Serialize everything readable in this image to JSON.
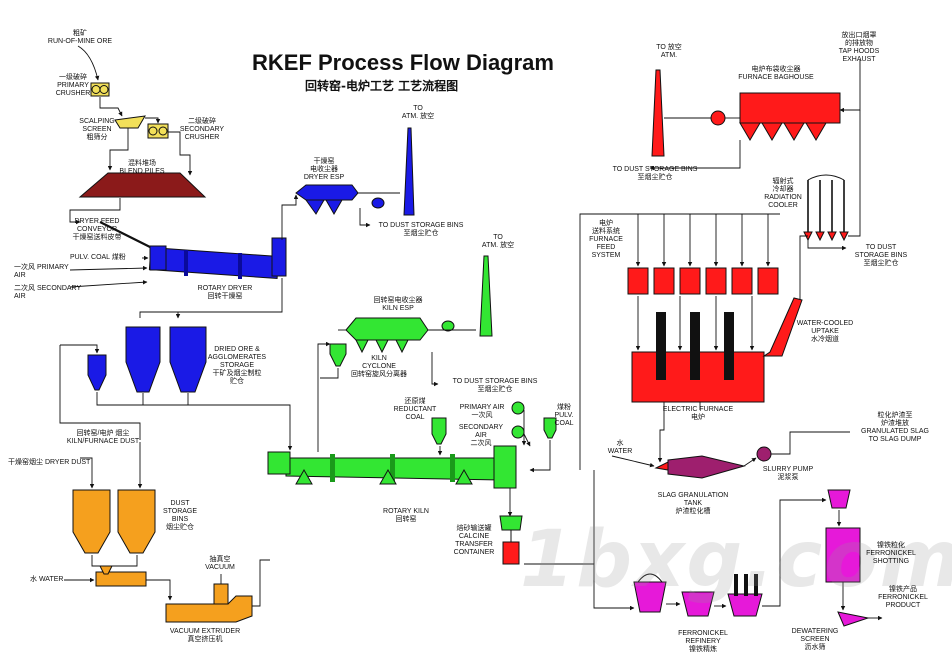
{
  "title": "RKEF Process Flow Diagram",
  "subtitle": "回转窑-电炉工艺 工艺流程图",
  "watermark": "1bxg.com",
  "colors": {
    "kiln": "#33e633",
    "dryer": "#1a1ae6",
    "furnace": "#ff1a1a",
    "storage": "#f5a01e",
    "refinery": "#e619d9",
    "slag": "#9e1f6e",
    "line": "#111111"
  },
  "labels": {
    "rom_ore": "粗矿\nRUN-OF-MINE ORE",
    "primary_crusher": "一级破碎\nPRIMARY\nCRUSHER",
    "scalping_screen": "SCALPING\nSCREEN\n粗筛分",
    "secondary_crusher": "二级破碎\nSECONDARY\nCRUSHER",
    "blend_piles": "混料堆场\nBLEND PILES",
    "dryer_feed_conveyor": "DRYER FEED\nCONVEYOR\n干燥窑送料皮带",
    "pulv_coal_dryer": "PULV. COAL  煤粉",
    "primary_air_dryer": "一次风  PRIMARY\n          AIR",
    "secondary_air_dryer": "二次风  SECONDARY\n          AIR",
    "rotary_dryer": "ROTARY DRYER\n回转干燥窑",
    "dryer_esp": "干燥窑\n电收尘器\nDRYER ESP",
    "to_atm_dryer": "TO\nATM. 放空",
    "dust_bins_dryer": "TO DUST STORAGE BINS\n至烟尘贮仓",
    "dried_ore_storage": "DRIED ORE &\nAGGLOMERATES\nSTORAGE\n干矿及烟尘制粒\n贮仓",
    "kiln_esp": "回转窑电收尘器\nKILN ESP",
    "to_atm_kiln": "TO\nATM. 放空",
    "kiln_cyclone": "KILN\nCYCLONE\n回转窑旋风分离器",
    "dust_bins_kiln": "TO DUST STORAGE BINS\n至烟尘贮仓",
    "kiln_furnace_dust": "回转窑/电炉 烟尘\nKILN/FURNACE DUST",
    "dryer_dust": "干燥窑烟尘 DRYER DUST",
    "dust_storage_bins": "DUST\nSTORAGE\nBINS\n烟尘贮仓",
    "vacuum": "抽真空\nVACUUM",
    "water_left": "水  WATER",
    "vacuum_extruder": "VACUUM EXTRUDER\n真空挤压机",
    "reductant_coal": "还原煤\nREDUCTANT\nCOAL",
    "primary_air_kiln": "PRIMARY AIR\n一次风",
    "secondary_air_kiln": "SECONDARY\nAIR\n二次风",
    "pulv_coal_kiln": "煤粉\nPULV.\nCOAL",
    "rotary_kiln": "ROTARY KILN\n回转窑",
    "calcine_container": "焙砂输送罐\nCALCINE\nTRANSFER\nCONTAINER",
    "to_atm_furnace": "TO  放空\nATM.",
    "furnace_baghouse": "电炉布袋收尘器\nFURNACE BAGHOUSE",
    "tap_hoods": "放出口烟罩\n的排放物\nTAP HOODS\nEXHAUST",
    "dust_bins_furnace": "TO DUST STORAGE BINS\n至烟尘贮仓",
    "radiation_cooler": "辐射式\n冷却器\nRADIATION\nCOOLER",
    "dust_bins_cooler": "TO DUST\nSTORAGE BINS\n至烟尘贮仓",
    "furnace_feed": "电炉\n送料系统\nFURNACE\nFEED\nSYSTEM",
    "water_cooled_uptake": "WATER-COOLED\nUPTAKE\n水冷烟道",
    "electric_furnace": "ELECTRIC FURNACE\n电炉",
    "granulated_slag": "粒化炉渣至\n炉渣堆放\nGRANULATED SLAG\nTO SLAG DUMP",
    "water_right": "水\nWATER",
    "slurry_pump": "SLURRY PUMP\n泥浆泵",
    "slag_tank": "SLAG GRANULATION\nTANK\n炉渣粒化槽",
    "ferronickel_shotting": "镍铁粒化\nFERRONICKEL\nSHOTTING",
    "ferronickel_product": "镍铁产品\nFERRONICKEL\nPRODUCT",
    "ferronickel_refinery": "FERRONICKEL\nREFINERY\n镍铁精炼",
    "dewatering_screen": "DEWATERING\nSCREEN\n沥水筛"
  }
}
